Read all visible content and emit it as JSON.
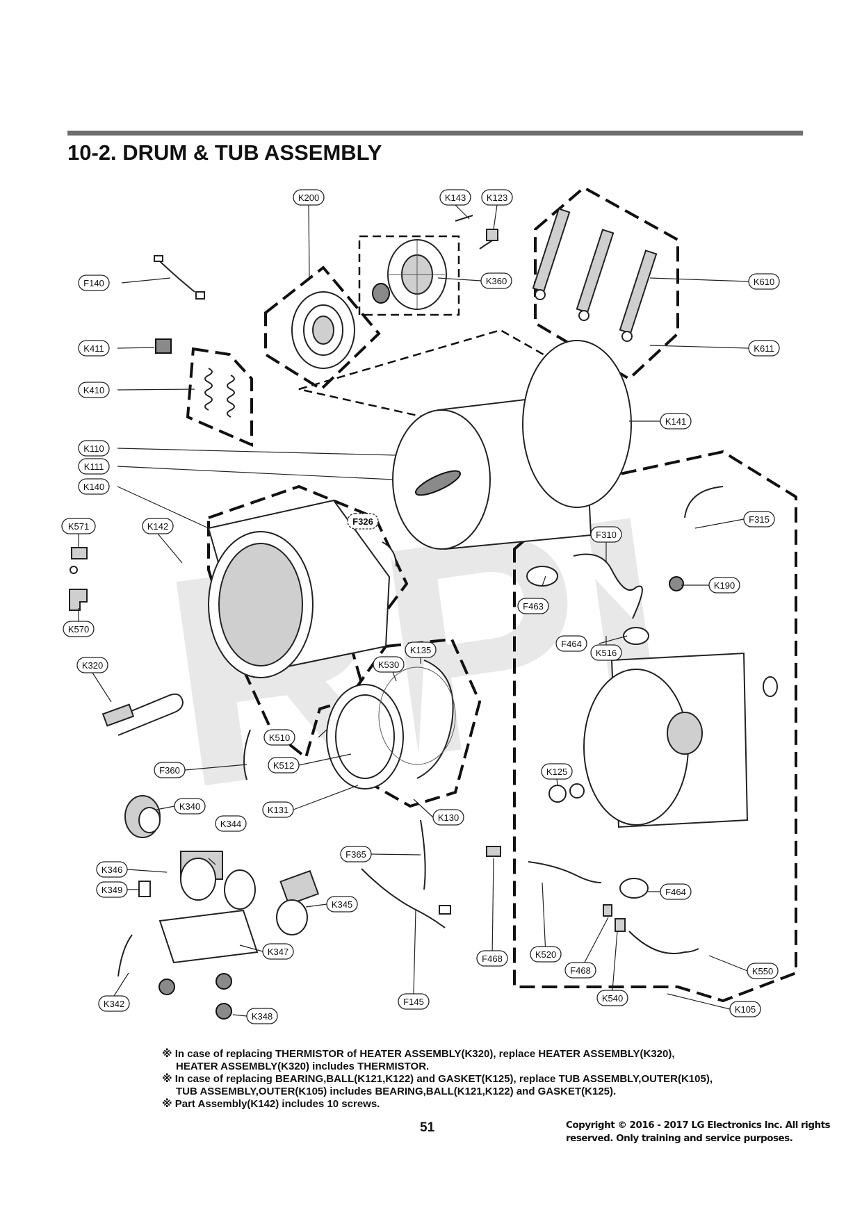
{
  "section_title": "10-2. DRUM & TUB ASSEMBLY",
  "watermark": "RPI",
  "part_labels": [
    "K200",
    "K143",
    "K123",
    "F140",
    "K360",
    "K610",
    "K411",
    "K611",
    "K410",
    "K141",
    "K110",
    "K111",
    "K140",
    "F326",
    "F315",
    "K571",
    "K142",
    "F310",
    "K190",
    "K570",
    "F463",
    "F464",
    "K516",
    "K135",
    "K320",
    "K530",
    "K510",
    "K125",
    "F360",
    "K512",
    "K131",
    "K130",
    "K340",
    "K344",
    "F365",
    "K346",
    "K349",
    "F464",
    "K345",
    "K347",
    "F468",
    "K520",
    "F468",
    "K550",
    "K342",
    "F145",
    "K540",
    "K105",
    "K348"
  ],
  "notes": [
    "※ In case of replacing THERMISTOR of HEATER ASSEMBLY(K320), replace HEATER ASSEMBLY(K320),",
    "HEATER ASSEMBLY(K320) includes THERMISTOR.",
    "※ In case of replacing BEARING,BALL(K121,K122) and GASKET(K125), replace TUB ASSEMBLY,OUTER(K105),",
    "TUB ASSEMBLY,OUTER(K105) includes BEARING,BALL(K121,K122) and GASKET(K125).",
    "※ Part Assembly(K142) includes 10 screws."
  ],
  "page_number": "51",
  "copyright_line1": "Copyright © 2016 - 2017 LG Electronics Inc. All rights",
  "copyright_line2": "reserved. Only training and service purposes."
}
